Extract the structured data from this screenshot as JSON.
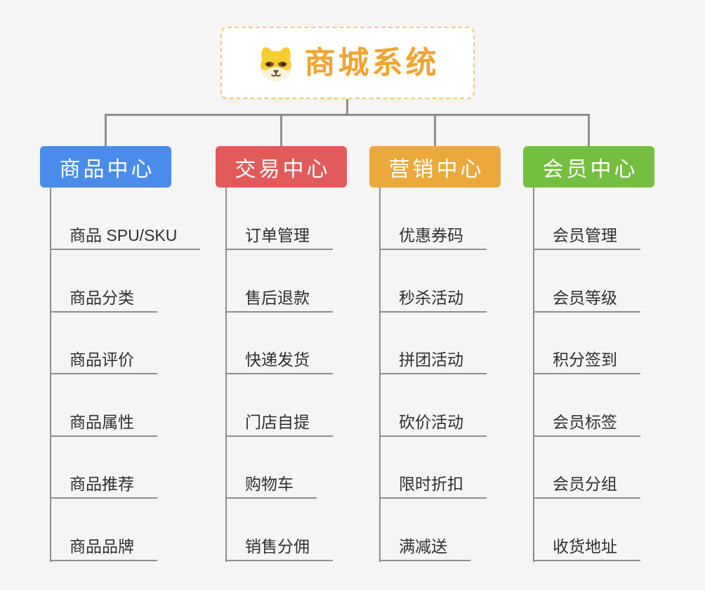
{
  "page": {
    "background_color": "#f5f5f6",
    "connector_color": "#8e8e8e"
  },
  "root": {
    "title": "商城系统",
    "icon": "dog-face-icon",
    "text_color": "#f1a42f",
    "border_color": "#f3c87d"
  },
  "branches": [
    {
      "label": "商品中心",
      "color": "#4a8cec",
      "items": [
        "商品 SPU/SKU",
        "商品分类",
        "商品评价",
        "商品属性",
        "商品推荐",
        "商品品牌"
      ]
    },
    {
      "label": "交易中心",
      "color": "#e25b5b",
      "items": [
        "订单管理",
        "售后退款",
        "快递发货",
        "门店自提",
        "购物车",
        "销售分佣"
      ]
    },
    {
      "label": "营销中心",
      "color": "#eba93c",
      "items": [
        "优惠券码",
        "秒杀活动",
        "拼团活动",
        "砍价活动",
        "限时折扣",
        "满减送"
      ]
    },
    {
      "label": "会员中心",
      "color": "#74bf3f",
      "items": [
        "会员管理",
        "会员等级",
        "积分签到",
        "会员标签",
        "会员分组",
        "收货地址"
      ]
    }
  ]
}
